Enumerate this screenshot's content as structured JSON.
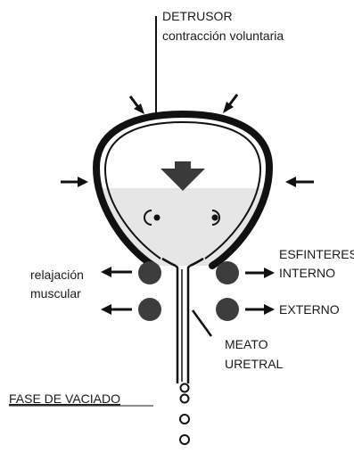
{
  "labels": {
    "detrusor_title": "DETRUSOR",
    "detrusor_subtitle": "contracción voluntaria",
    "sphincters_title": "ESFINTERES",
    "internal": "INTERNO",
    "external": "EXTERNO",
    "relaxation_line1": "relajación",
    "relaxation_line2": "muscular",
    "meatus_line1": "MEATO",
    "meatus_line2": "URETRAL",
    "phase_title": "FASE DE VACIADO"
  },
  "colors": {
    "outline": "#111111",
    "fluid": "#e6e6e6",
    "sphincter": "#3d3d3d",
    "text": "#1a1a1a"
  }
}
